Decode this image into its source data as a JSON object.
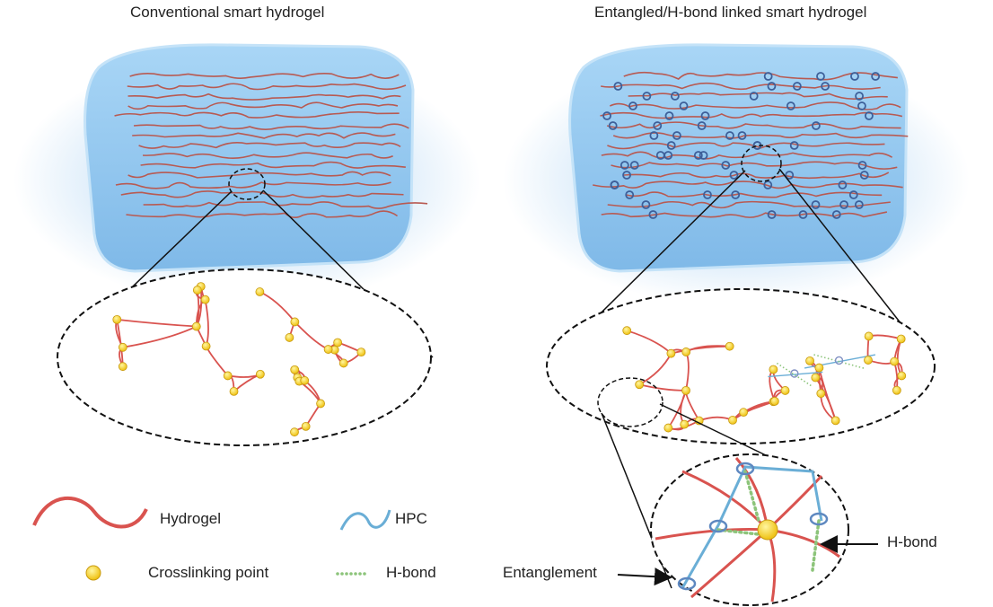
{
  "titles": {
    "left": "Conventional smart hydrogel",
    "right": "Entangled/H-bond linked smart hydrogel"
  },
  "legend": {
    "hydrogel": "Hydrogel",
    "hpc": "HPC",
    "crosslink": "Crosslinking point",
    "hbond": "H-bond"
  },
  "annotations": {
    "entanglement": "Entanglement",
    "hbond": "H-bond"
  },
  "colors": {
    "hydrogel": "#d9534f",
    "hpc": "#6aaed6",
    "crosslink": "#f5d327",
    "hbond": "#8cc47a",
    "gel": "#8ec5ef"
  }
}
